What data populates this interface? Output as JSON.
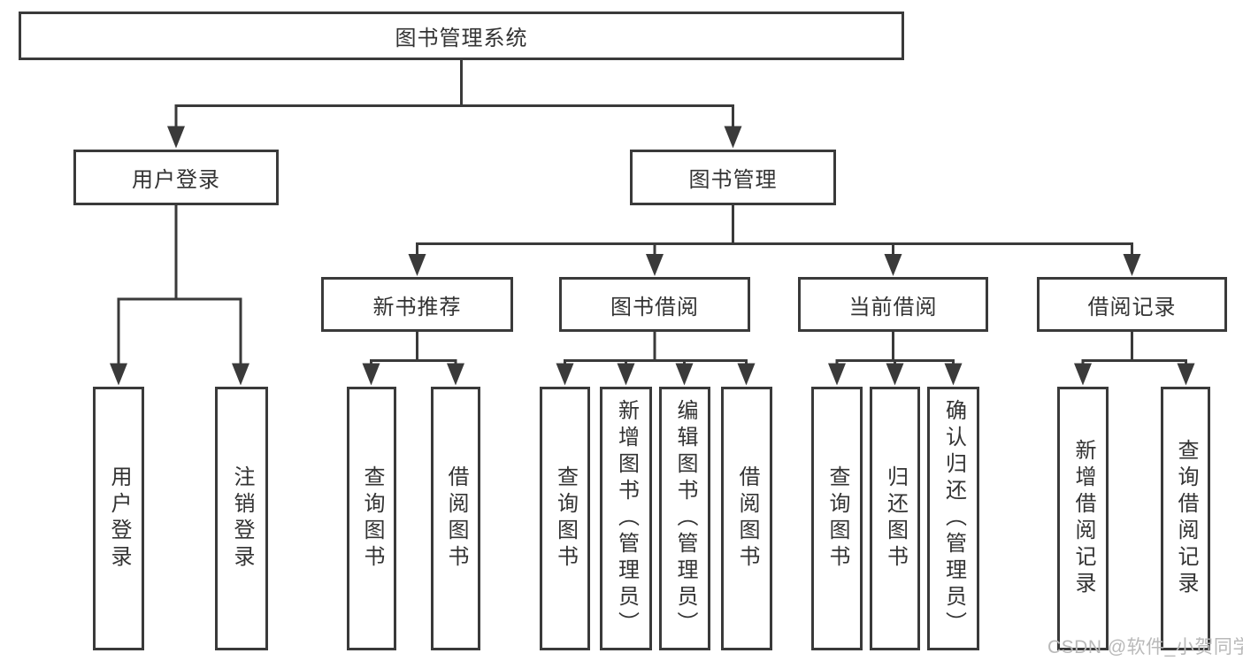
{
  "tree": {
    "root": {
      "label": "图书管理系统",
      "children": [
        {
          "label": "用户登录",
          "children": [
            {
              "label": "用户登录"
            },
            {
              "label": "注销登录"
            }
          ]
        },
        {
          "label": "图书管理",
          "children": [
            {
              "label": "新书推荐",
              "children": [
                {
                  "label": "查询图书"
                },
                {
                  "label": "借阅图书"
                }
              ]
            },
            {
              "label": "图书借阅",
              "children": [
                {
                  "label": "查询图书"
                },
                {
                  "label": "新增图书（管理员）"
                },
                {
                  "label": "编辑图书（管理员）"
                },
                {
                  "label": "借阅图书"
                }
              ]
            },
            {
              "label": "当前借阅",
              "children": [
                {
                  "label": "查询图书"
                },
                {
                  "label": "归还图书"
                },
                {
                  "label": "确认归还（管理员）"
                }
              ]
            },
            {
              "label": "借阅记录",
              "children": [
                {
                  "label": "新增借阅记录"
                },
                {
                  "label": "查询借阅记录"
                }
              ]
            }
          ]
        }
      ]
    }
  },
  "watermark": "CSDN @软件_小贺同学",
  "colors": {
    "line": "#3a3a3a",
    "text": "#333333",
    "watermark": "#b9b9b9",
    "background": "#ffffff"
  }
}
